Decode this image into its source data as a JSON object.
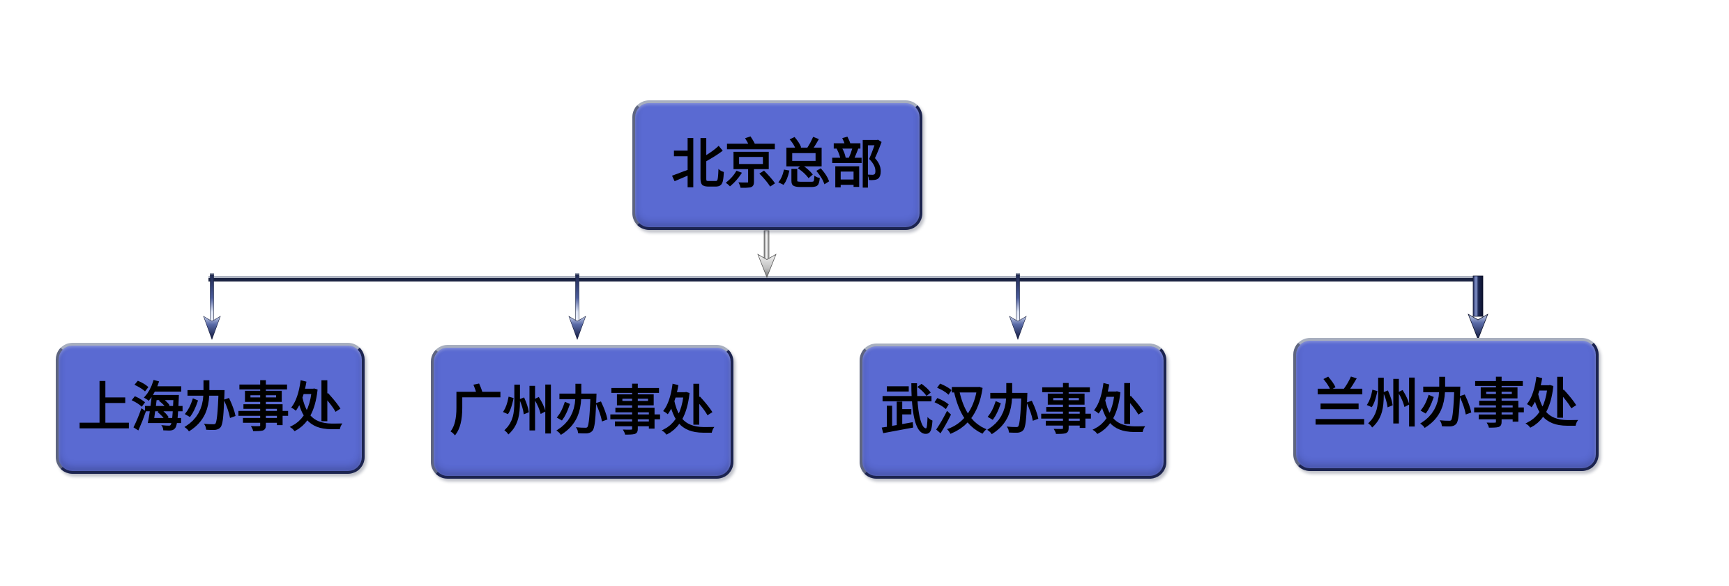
{
  "diagram": {
    "type": "org-chart",
    "root": {
      "label": "北京总部"
    },
    "children": [
      {
        "label": "上海办事处"
      },
      {
        "label": "广州办事处"
      },
      {
        "label": "武汉办事处"
      },
      {
        "label": "兰州办事处"
      }
    ],
    "colors": {
      "background": "#FFFFFF",
      "node_fill": "#5A6AD2",
      "node_border": "#1C2450",
      "node_highlight": "#A8AFBF",
      "connector": "#1B2342",
      "connector_highlight": "#AEB4C2",
      "root_arrow": "#C9C9C9",
      "text_color": "#000000"
    }
  }
}
